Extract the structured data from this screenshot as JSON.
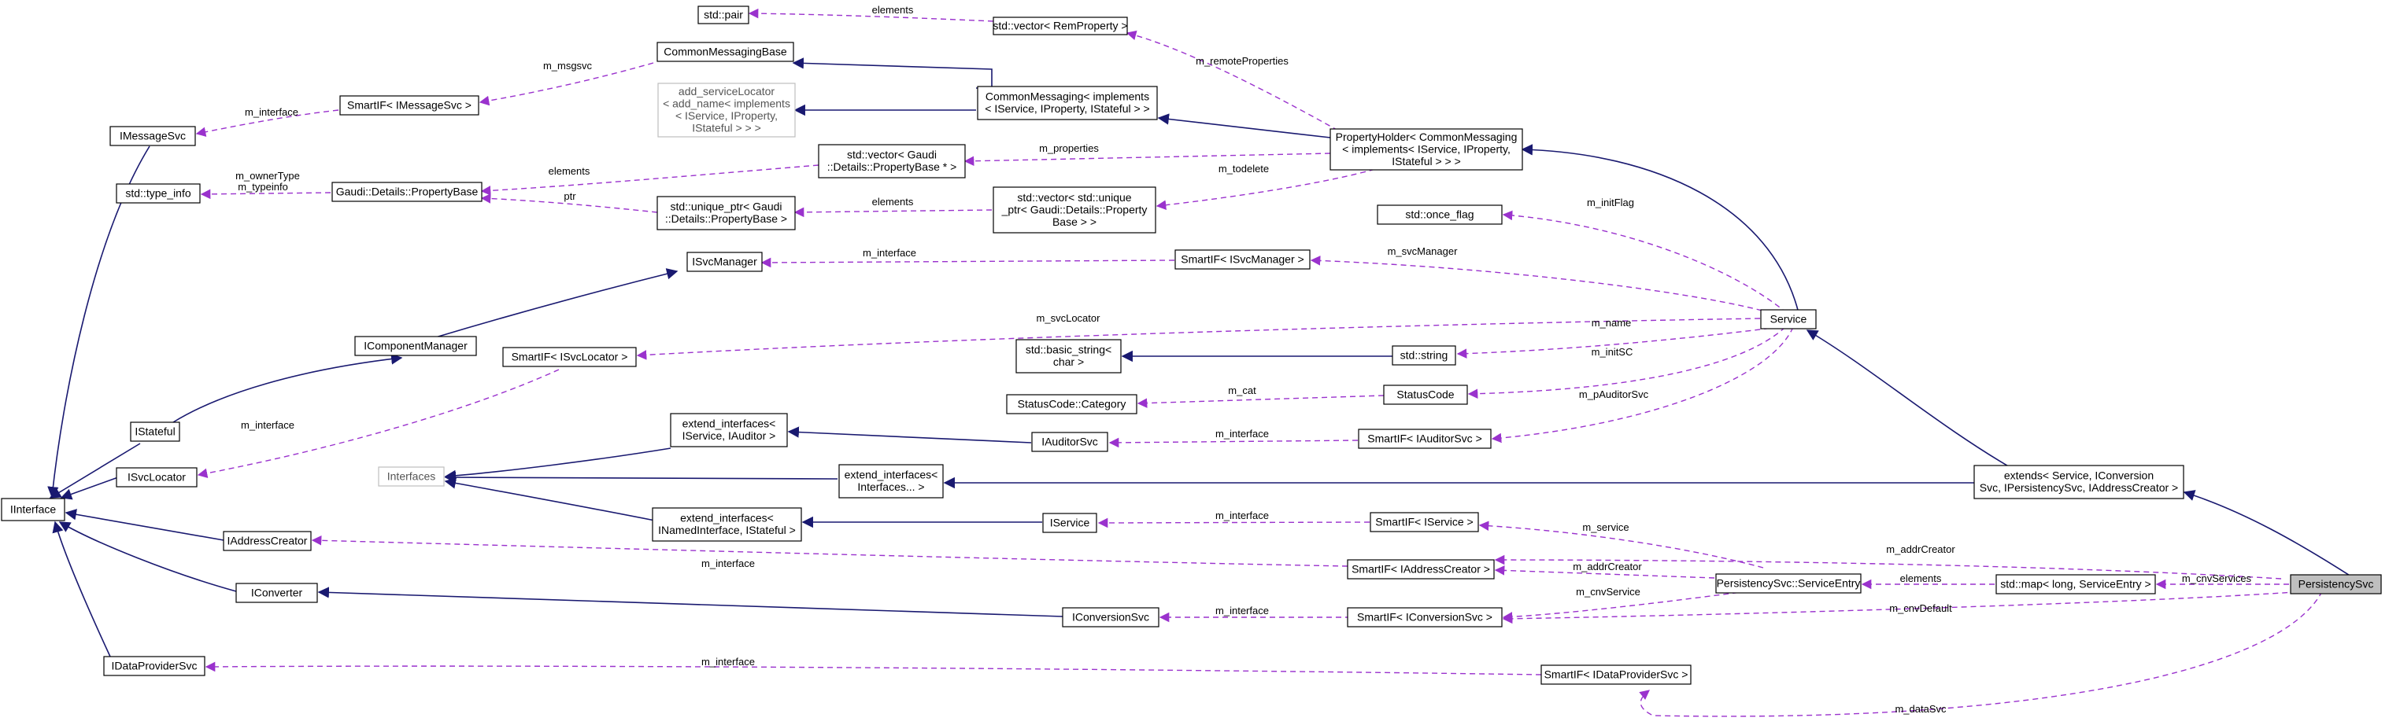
{
  "nodes": [
    {
      "id": "n_pair",
      "lines": [
        "std::pair"
      ]
    },
    {
      "id": "n_vec_rem",
      "lines": [
        "std::vector< RemProperty >"
      ]
    },
    {
      "id": "n_cmb",
      "lines": [
        "CommonMessagingBase"
      ]
    },
    {
      "id": "n_sif_msg",
      "lines": [
        "SmartIF< IMessageSvc >"
      ]
    },
    {
      "id": "n_addsl",
      "lines": [
        "add_serviceLocator",
        "< add_name< implements",
        "< IService, IProperty,",
        "IStateful > > >"
      ]
    },
    {
      "id": "n_cm",
      "lines": [
        "CommonMessaging< implements",
        "< IService, IProperty, IStateful > >"
      ]
    },
    {
      "id": "n_imsg",
      "lines": [
        "IMessageSvc"
      ]
    },
    {
      "id": "n_ph",
      "lines": [
        "PropertyHolder< CommonMessaging",
        "< implements< IService, IProperty,",
        "IStateful > > >"
      ]
    },
    {
      "id": "n_vec_pb",
      "lines": [
        "std::vector< Gaudi",
        "::Details::PropertyBase * >"
      ]
    },
    {
      "id": "n_typeinfo",
      "lines": [
        "std::type_info"
      ]
    },
    {
      "id": "n_pb",
      "lines": [
        "Gaudi::Details::PropertyBase"
      ]
    },
    {
      "id": "n_uptr",
      "lines": [
        "std::unique_ptr< Gaudi",
        "::Details::PropertyBase >"
      ]
    },
    {
      "id": "n_vec_uptr",
      "lines": [
        "std::vector< std::unique",
        "_ptr< Gaudi::Details::Property",
        "Base > >"
      ]
    },
    {
      "id": "n_once",
      "lines": [
        "std::once_flag"
      ]
    },
    {
      "id": "n_isvcmgr",
      "lines": [
        "ISvcManager"
      ]
    },
    {
      "id": "n_sif_svcmgr",
      "lines": [
        "SmartIF< ISvcManager >"
      ]
    },
    {
      "id": "n_icompmgr",
      "lines": [
        "IComponentManager"
      ]
    },
    {
      "id": "n_sif_svcloc",
      "lines": [
        "SmartIF< ISvcLocator >"
      ]
    },
    {
      "id": "n_service",
      "lines": [
        "Service"
      ]
    },
    {
      "id": "n_basic",
      "lines": [
        "std::basic_string<",
        "char >"
      ]
    },
    {
      "id": "n_string",
      "lines": [
        "std::string"
      ]
    },
    {
      "id": "n_sccat",
      "lines": [
        "StatusCode::Category"
      ]
    },
    {
      "id": "n_sc",
      "lines": [
        "StatusCode"
      ]
    },
    {
      "id": "n_istateful",
      "lines": [
        "IStateful"
      ]
    },
    {
      "id": "n_ei_aud",
      "lines": [
        "extend_interfaces<",
        "IService, IAuditor >"
      ]
    },
    {
      "id": "n_iaudsvc",
      "lines": [
        "IAuditorSvc"
      ]
    },
    {
      "id": "n_sif_aud",
      "lines": [
        "SmartIF< IAuditorSvc >"
      ]
    },
    {
      "id": "n_isvcloc",
      "lines": [
        "ISvcLocator"
      ]
    },
    {
      "id": "n_interfaces",
      "lines": [
        "Interfaces"
      ]
    },
    {
      "id": "n_ei_ifaces",
      "lines": [
        "extend_interfaces<",
        "Interfaces... >"
      ]
    },
    {
      "id": "n_extends",
      "lines": [
        "extends< Service, IConversion",
        "Svc, IPersistencySvc, IAddressCreator >"
      ]
    },
    {
      "id": "n_iinterface",
      "lines": [
        "IInterface"
      ]
    },
    {
      "id": "n_ei_named",
      "lines": [
        "extend_interfaces<",
        "INamedInterface, IStateful >"
      ]
    },
    {
      "id": "n_iservice",
      "lines": [
        "IService"
      ]
    },
    {
      "id": "n_sif_svc",
      "lines": [
        "SmartIF< IService >"
      ]
    },
    {
      "id": "n_iaddr",
      "lines": [
        "IAddressCreator"
      ]
    },
    {
      "id": "n_sif_addr",
      "lines": [
        "SmartIF< IAddressCreator >"
      ]
    },
    {
      "id": "n_se",
      "lines": [
        "PersistencySvc::ServiceEntry"
      ]
    },
    {
      "id": "n_map",
      "lines": [
        "std::map< long, ServiceEntry >"
      ]
    },
    {
      "id": "n_persist",
      "lines": [
        "PersistencySvc"
      ]
    },
    {
      "id": "n_iconv",
      "lines": [
        "IConverter"
      ]
    },
    {
      "id": "n_iconvsvc",
      "lines": [
        "IConversionSvc"
      ]
    },
    {
      "id": "n_sif_conv",
      "lines": [
        "SmartIF< IConversionSvc >"
      ]
    },
    {
      "id": "n_idp",
      "lines": [
        "IDataProviderSvc"
      ]
    },
    {
      "id": "n_sif_dp",
      "lines": [
        "SmartIF< IDataProviderSvc >"
      ]
    }
  ],
  "edge_labels": {
    "elements_rem": "elements",
    "m_msgsvc": "m_msgsvc",
    "m_interface_msg": "m_interface",
    "m_remoteProperties": "m_remoteProperties",
    "m_properties": "m_properties",
    "elements_pb": "elements",
    "m_ownerType": "m_ownerType",
    "m_typeinfo": "m_typeinfo",
    "m_todelete": "m_todelete",
    "ptr": "ptr",
    "elements_uptr": "elements",
    "m_initFlag": "m_initFlag",
    "m_interface_svcmgr": "m_interface",
    "m_svcManager": "m_svcManager",
    "m_svcLocator": "m_svcLocator",
    "m_name": "m_name",
    "m_initSC": "m_initSC",
    "m_cat": "m_cat",
    "m_interface_svcloc": "m_interface",
    "m_pAuditorSvc": "m_pAuditorSvc",
    "m_interface_aud": "m_interface",
    "m_interface_svc": "m_interface",
    "m_service": "m_service",
    "m_addrCreator_p": "m_addrCreator",
    "m_addrCreator_se": "m_addrCreator",
    "m_interface_addr": "m_interface",
    "elements_map": "elements",
    "m_cnvServices": "m_cnvServices",
    "m_cnvService": "m_cnvService",
    "m_cnvDefault": "m_cnvDefault",
    "m_interface_conv": "m_interface",
    "m_interface_dp": "m_interface",
    "m_dataSvc": "m_dataSvc"
  },
  "colors": {
    "inheritance": "#191970",
    "usage": "#9a32cd",
    "focus_fill": "#bfbfbf",
    "faint_border": "#bfbfbf"
  }
}
